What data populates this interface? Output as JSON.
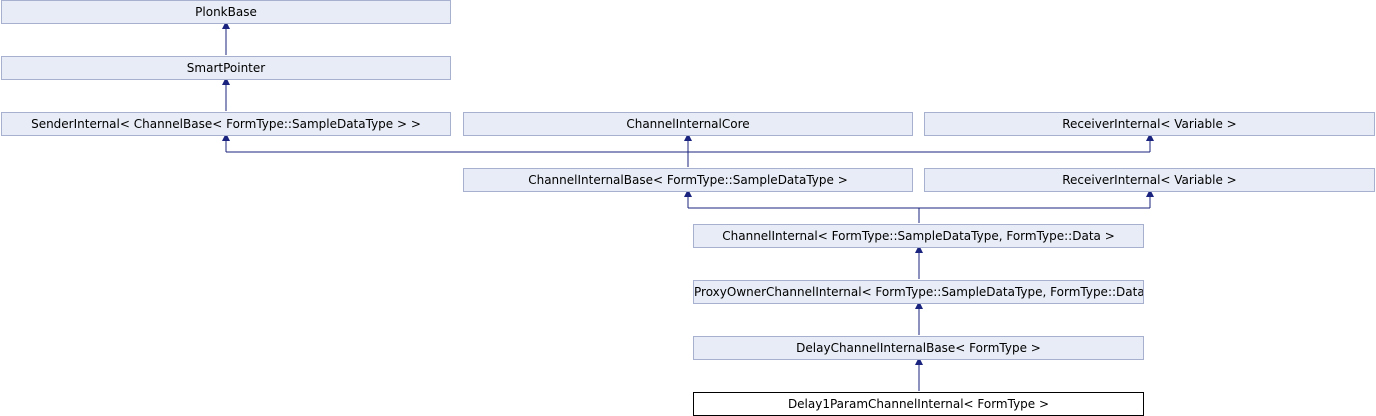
{
  "colors": {
    "node_fill": "#e8ecf6",
    "node_border": "#a7b1cf",
    "current_fill": "#ffffff",
    "current_border": "#000000",
    "edge": "#1a237e"
  },
  "nodes": {
    "plonk_base": "PlonkBase",
    "smart_pointer": "SmartPointer",
    "sender_internal": "SenderInternal< ChannelBase< FormType::SampleDataType > >",
    "channel_internal_core": "ChannelInternalCore",
    "receiver_internal_1": "ReceiverInternal< Variable >",
    "channel_internal_base": "ChannelInternalBase< FormType::SampleDataType >",
    "receiver_internal_2": "ReceiverInternal< Variable >",
    "channel_internal": "ChannelInternal< FormType::SampleDataType, FormType::Data >",
    "proxy_owner_channel_internal": "ProxyOwnerChannelInternal< FormType::SampleDataType, FormType::Data >",
    "delay_channel_internal_base": "DelayChannelInternalBase< FormType >",
    "delay1param_channel_internal": "Delay1ParamChannelInternal< FormType >"
  }
}
